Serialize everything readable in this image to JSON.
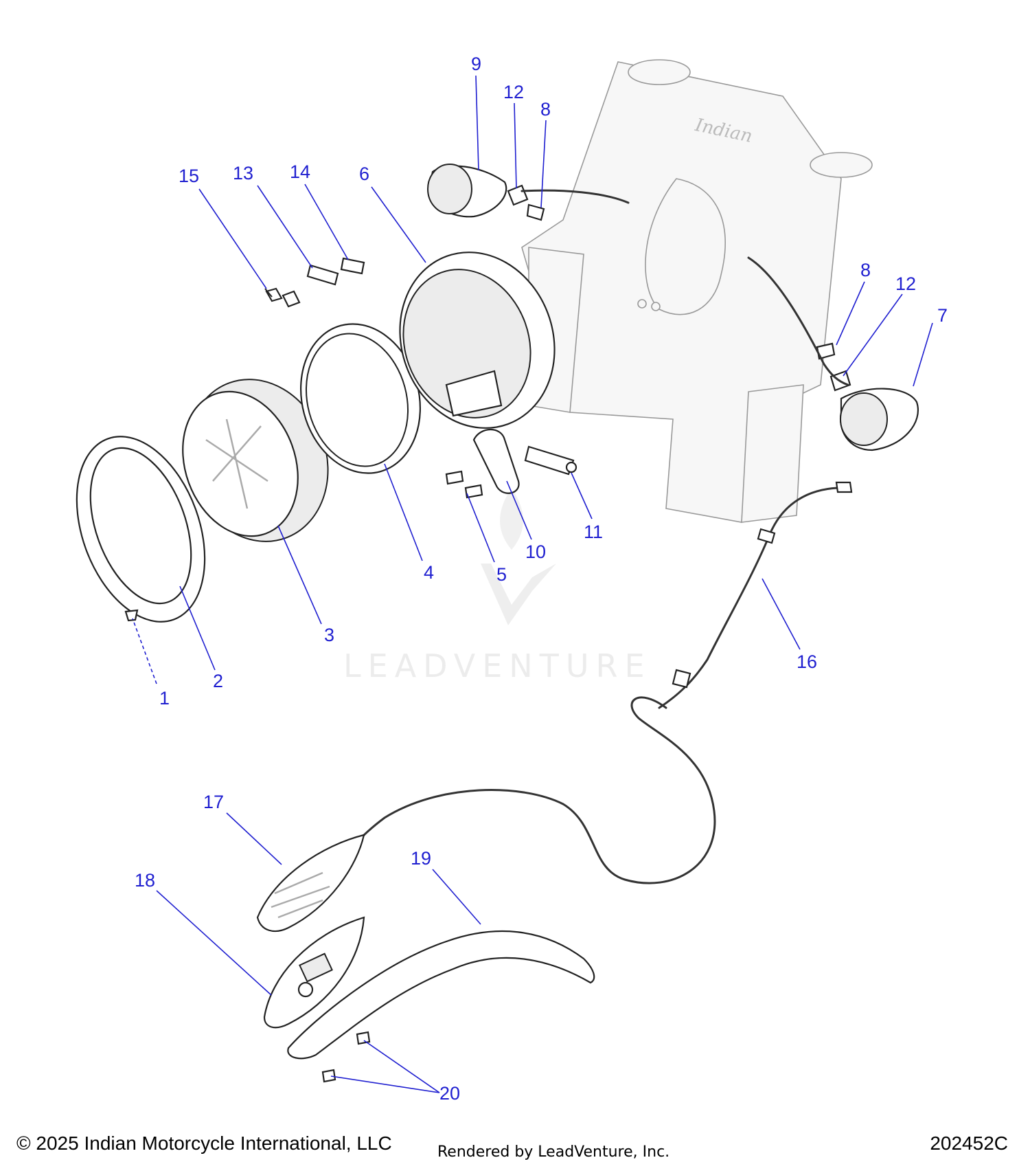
{
  "diagram": {
    "callouts": [
      {
        "id": "1",
        "label": "1"
      },
      {
        "id": "2",
        "label": "2"
      },
      {
        "id": "3",
        "label": "3"
      },
      {
        "id": "4",
        "label": "4"
      },
      {
        "id": "5",
        "label": "5"
      },
      {
        "id": "6",
        "label": "6"
      },
      {
        "id": "7",
        "label": "7"
      },
      {
        "id": "8a",
        "label": "8"
      },
      {
        "id": "8b",
        "label": "8"
      },
      {
        "id": "9",
        "label": "9"
      },
      {
        "id": "10",
        "label": "10"
      },
      {
        "id": "11",
        "label": "11"
      },
      {
        "id": "12a",
        "label": "12"
      },
      {
        "id": "12b",
        "label": "12"
      },
      {
        "id": "13",
        "label": "13"
      },
      {
        "id": "14",
        "label": "14"
      },
      {
        "id": "15",
        "label": "15"
      },
      {
        "id": "16",
        "label": "16"
      },
      {
        "id": "17",
        "label": "17"
      },
      {
        "id": "18",
        "label": "18"
      },
      {
        "id": "19",
        "label": "19"
      },
      {
        "id": "20",
        "label": "20"
      }
    ],
    "callout_color": "#1f1fd0",
    "watermark": "LEADVENTURE",
    "nameplate": "Indian"
  },
  "footer": {
    "copyright": "© 2025 Indian Motorcycle International, LLC",
    "rendered_by": "Rendered by LeadVenture, Inc.",
    "diagram_number": "202452C"
  }
}
